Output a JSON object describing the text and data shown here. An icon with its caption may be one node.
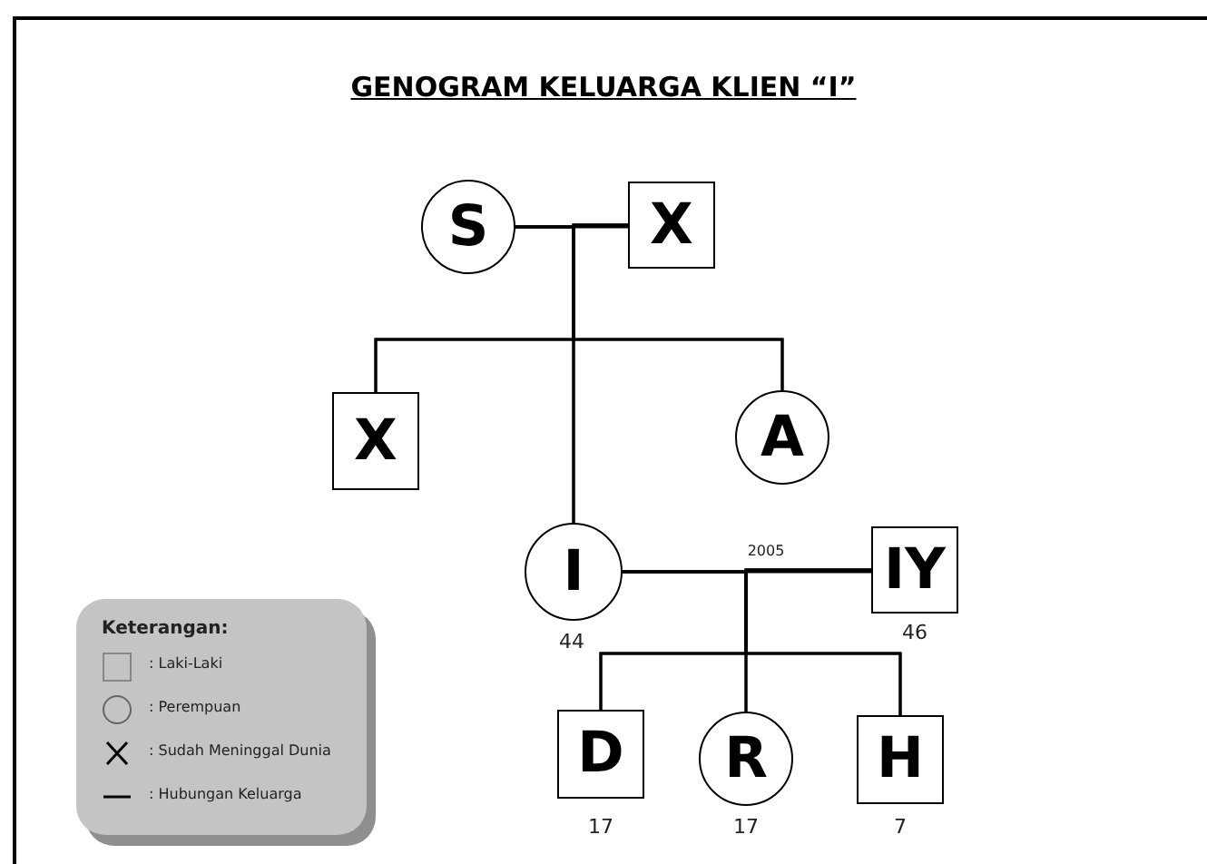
{
  "diagram": {
    "title": "GENOGRAM KELUARGA KLIEN “I”",
    "nodes": [
      {
        "text": [
          "S"
        ]
      },
      {
        "text": [
          "X"
        ]
      },
      {
        "text": [
          "X"
        ]
      },
      {
        "text": [
          "A"
        ]
      },
      {
        "text": [
          "I"
        ],
        "beside": [
          "44"
        ]
      },
      {
        "text": [
          "IY"
        ],
        "beside": [
          "46"
        ]
      },
      {
        "text": [
          "D"
        ],
        "beside": [
          "17"
        ]
      },
      {
        "text": [
          "R"
        ],
        "beside": [
          "17"
        ]
      },
      {
        "text": [
          "H"
        ],
        "beside": [
          "7"
        ]
      }
    ],
    "edges": [
      {
        "from": 0,
        "to": 1,
        "arrow": "none"
      },
      {
        "from": 0,
        "to": 2,
        "arrow": "none"
      },
      {
        "from": 0,
        "to": 4,
        "arrow": "none"
      },
      {
        "from": 0,
        "to": 3,
        "arrow": "none"
      },
      {
        "from": 1,
        "to": 2,
        "arrow": "none"
      },
      {
        "from": 1,
        "to": 4,
        "arrow": "none"
      },
      {
        "from": 1,
        "to": 3,
        "arrow": "none"
      },
      {
        "from": 4,
        "to": 5,
        "arrow": "none",
        "label": "2005"
      },
      {
        "from": 4,
        "to": 6,
        "arrow": "none"
      },
      {
        "from": 4,
        "to": 7,
        "arrow": "none"
      },
      {
        "from": 4,
        "to": 8,
        "arrow": "none"
      },
      {
        "from": 5,
        "to": 6,
        "arrow": "none"
      },
      {
        "from": 5,
        "to": 7,
        "arrow": "none"
      },
      {
        "from": 5,
        "to": 8,
        "arrow": "none"
      }
    ],
    "labels": [
      "Keterangan:"
    ],
    "legend": [
      {
        "text": ": Laki-Laki"
      },
      {
        "text": ": Perempuan"
      },
      {
        "text": ": Sudah Meninggal Dunia"
      },
      {
        "text": ": Hubungan Keluarga"
      }
    ]
  }
}
